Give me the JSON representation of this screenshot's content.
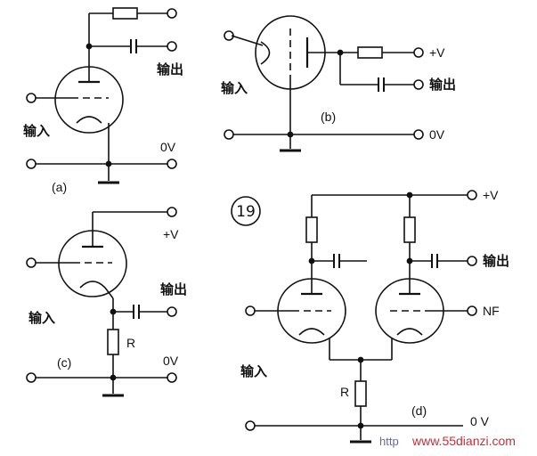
{
  "circuit_a": {
    "input": "输入",
    "output": "输出",
    "zero_v": "0V",
    "caption": "(a)"
  },
  "circuit_b": {
    "input": "输入",
    "output": "输出",
    "plus_v": "+V",
    "zero_v": "0V",
    "caption": "(b)"
  },
  "circuit_c": {
    "input": "输入",
    "output": "输出",
    "plus_v": "+V",
    "zero_v": "0V",
    "resistor": "R",
    "caption": "(c)"
  },
  "circuit_d": {
    "figure_number": "19",
    "input": "输入",
    "output": "输出",
    "plus_v": "+V",
    "nf": "NF",
    "resistor": "R",
    "caption": "(d)",
    "partial_label": "0 V"
  },
  "watermark": {
    "prefix": "http",
    "site": "www.55dianzi.com"
  }
}
